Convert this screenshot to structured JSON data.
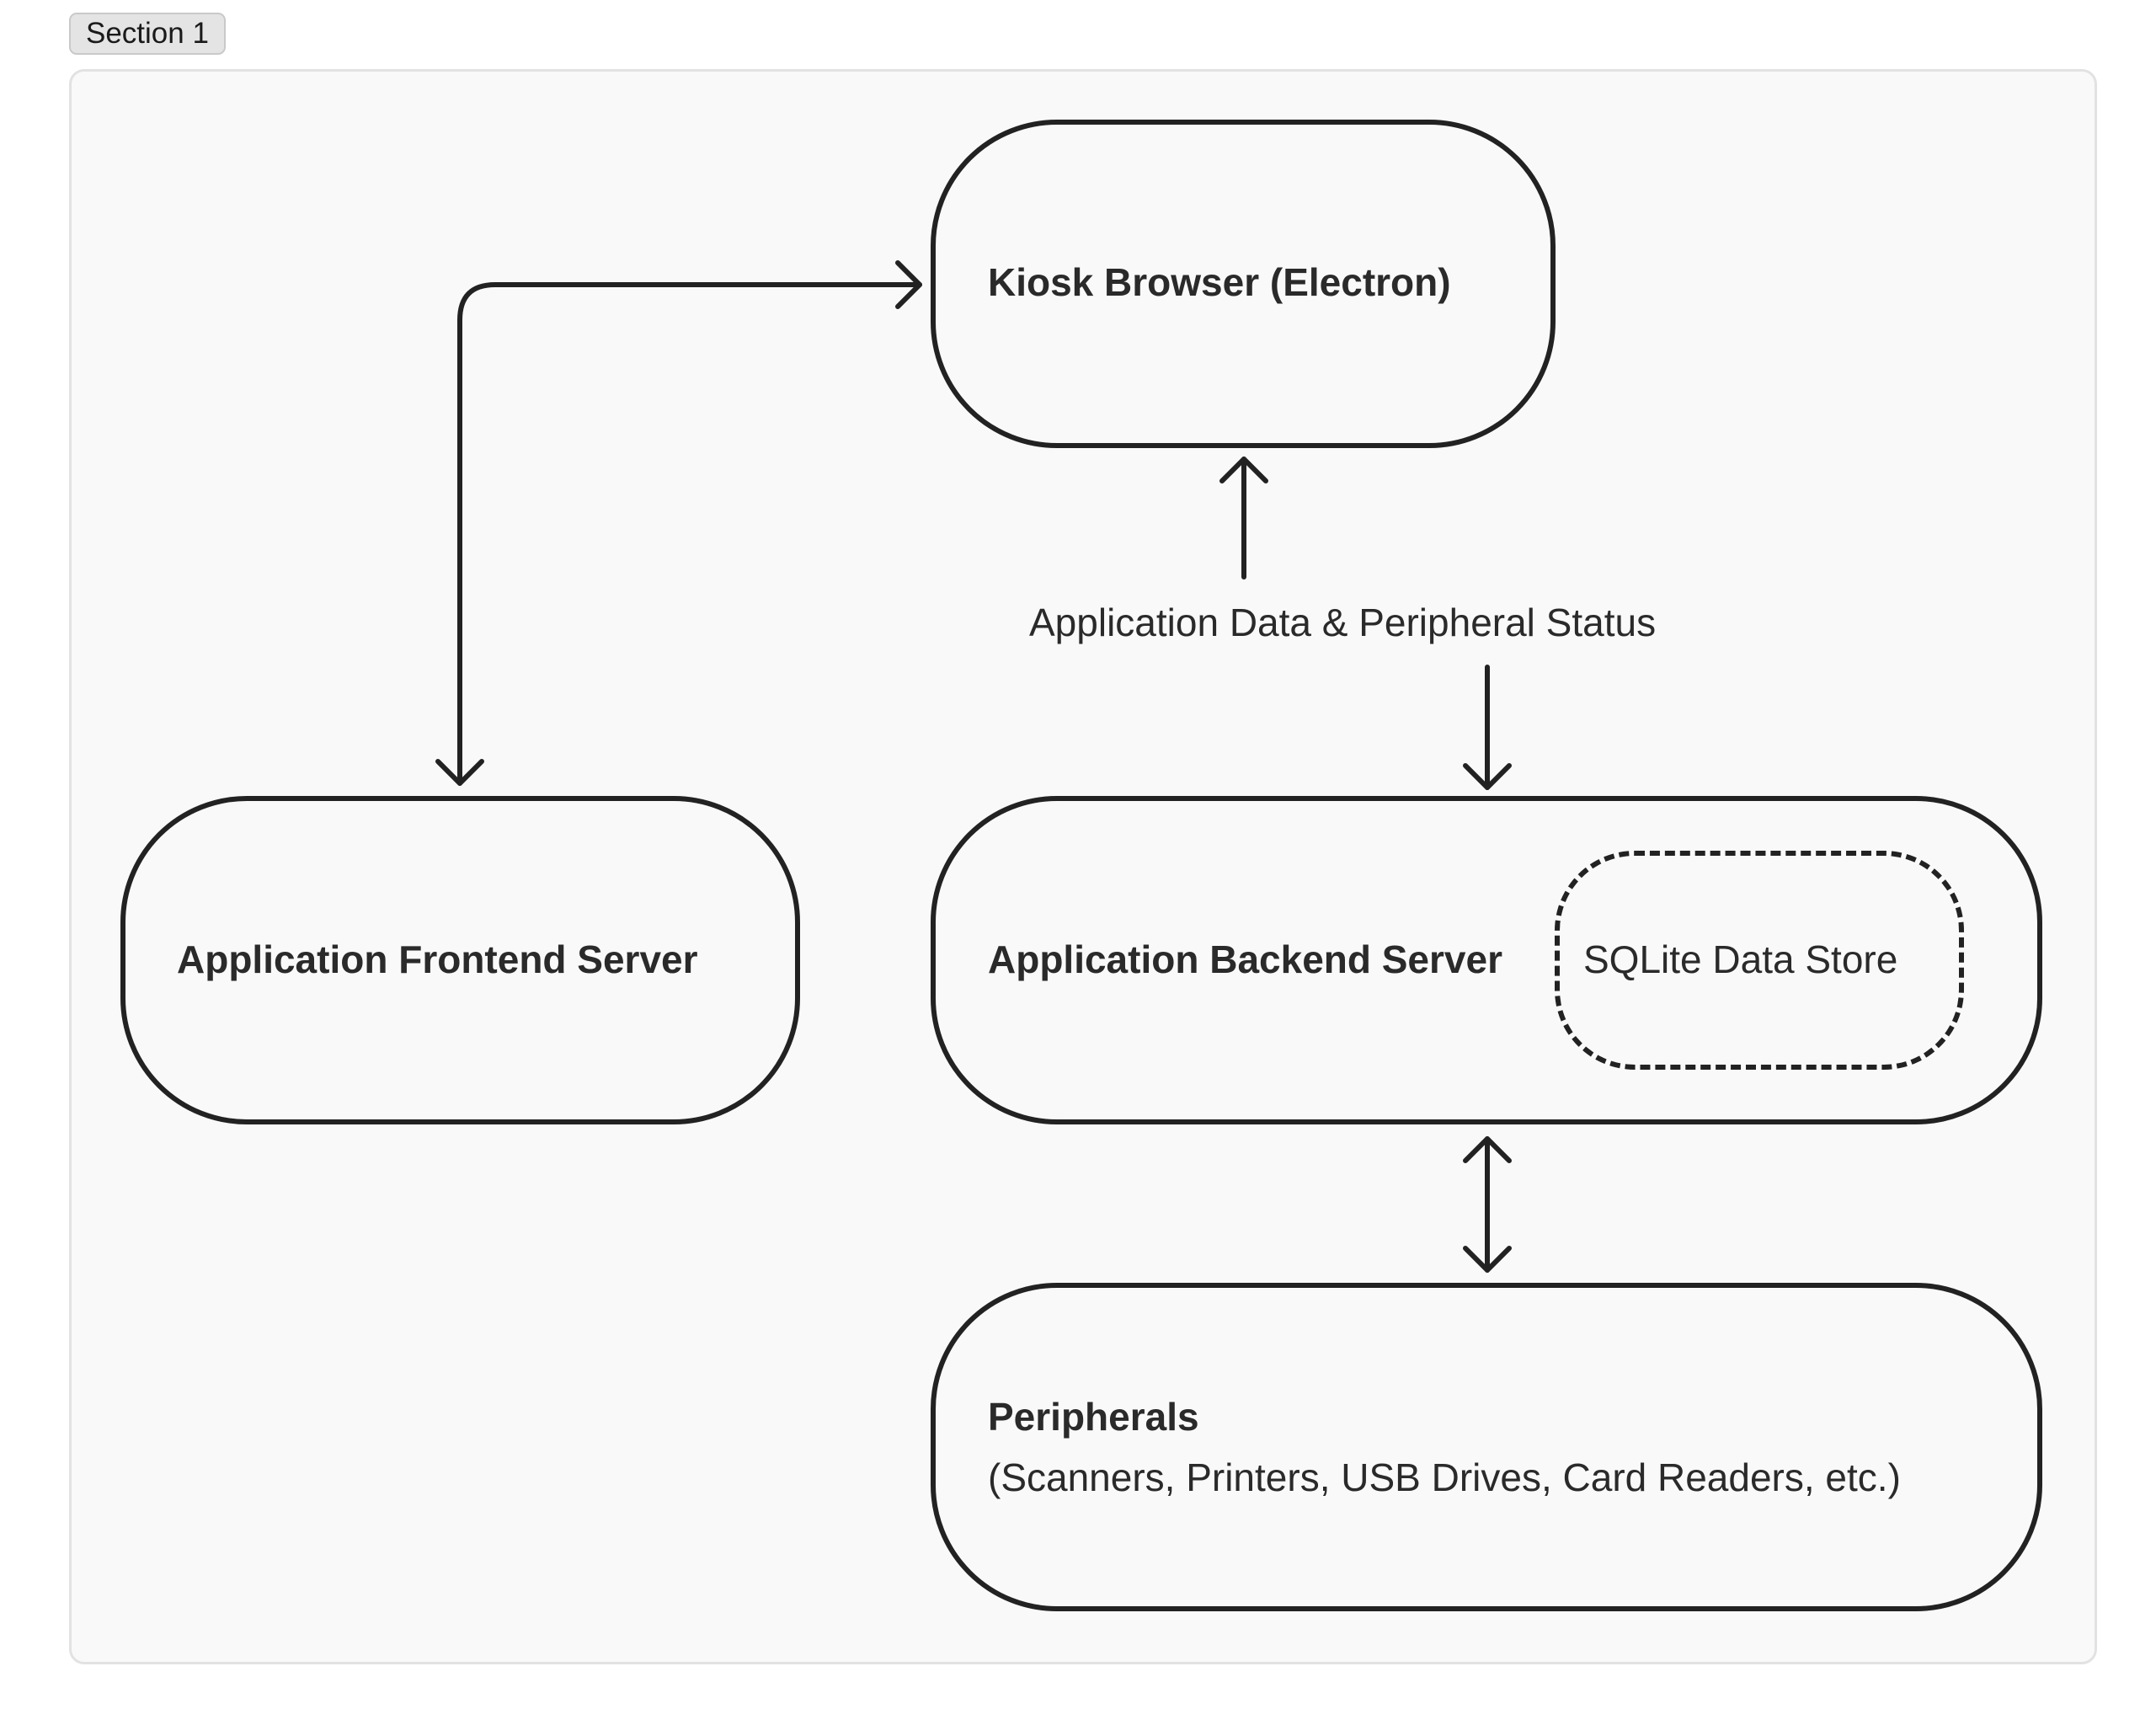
{
  "section": {
    "label": "Section 1"
  },
  "nodes": {
    "kiosk_browser": "Kiosk Browser (Electron)",
    "frontend_server": "Application Frontend Server",
    "backend_server": "Application Backend Server",
    "data_store": "SQLite Data Store",
    "peripherals_title": "Peripherals",
    "peripherals_detail": "(Scanners, Printers, USB Drives, Card Readers, etc.)"
  },
  "edges": {
    "kiosk_backend_label": "Application Data & Peripheral Status"
  },
  "colors": {
    "stroke": "#222222",
    "frame_background": "#f9f9f9",
    "frame_border": "#e2e2e2",
    "tab_background": "#e4e4e4"
  }
}
